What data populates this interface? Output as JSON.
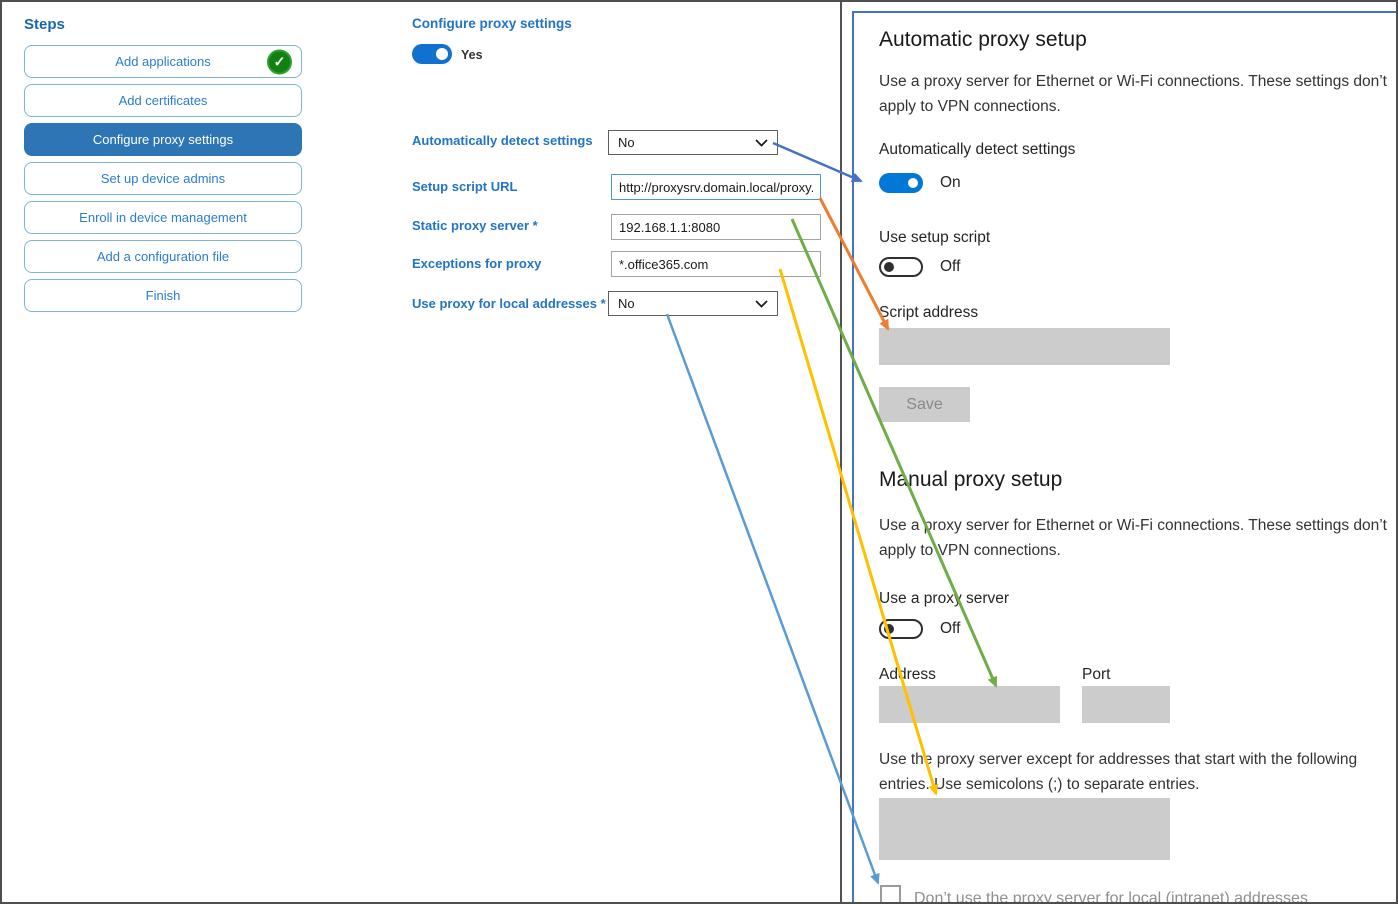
{
  "steps": {
    "title": "Steps",
    "items": [
      {
        "label": "Add applications",
        "completed": true
      },
      {
        "label": "Add certificates"
      },
      {
        "label": "Configure proxy settings",
        "selected": true
      },
      {
        "label": "Set up device admins"
      },
      {
        "label": "Enroll in device management"
      },
      {
        "label": "Add a configuration file"
      },
      {
        "label": "Finish"
      }
    ]
  },
  "form": {
    "title": "Configure proxy settings",
    "enabled_toggle_state": "Yes",
    "fields": [
      {
        "label": "Automatically detect settings",
        "control": "select",
        "value": "No"
      },
      {
        "label": "Setup script URL",
        "control": "text",
        "value": "http://proxysrv.domain.local/proxy.pa"
      },
      {
        "label": "Static proxy server *",
        "control": "text",
        "value": "192.168.1.1:8080"
      },
      {
        "label": "Exceptions for proxy",
        "control": "text",
        "value": "*.office365.com"
      },
      {
        "label": "Use proxy for local addresses *",
        "control": "select",
        "value": "No"
      }
    ]
  },
  "settings_panel": {
    "automatic": {
      "title": "Automatic proxy setup",
      "description": "Use a proxy server for Ethernet or Wi-Fi connections. These settings don’t apply to VPN connections.",
      "detect_label": "Automatically detect settings",
      "detect_state": "On",
      "script_toggle_label": "Use setup script",
      "script_toggle_state": "Off",
      "script_address_label": "Script address",
      "save_label": "Save"
    },
    "manual": {
      "title": "Manual proxy setup",
      "description": "Use a proxy server for Ethernet or Wi-Fi connections. These settings don’t apply to VPN connections.",
      "proxy_toggle_label": "Use a proxy server",
      "proxy_toggle_state": "Off",
      "address_label": "Address",
      "port_label": "Port",
      "exceptions_description": "Use the proxy server except for addresses that start with the following entries. Use semicolons (;) to separate entries.",
      "local_checkbox_label": "Don’t use the proxy server for local (intranet) addresses"
    }
  },
  "icons": {
    "completed_badge": "checkmark-icon",
    "dropdown": "chevron-down-icon"
  },
  "colors": {
    "accent_blue": "#0078d7",
    "selected_step_blue": "#2e75b6",
    "step_text_blue": "#2b7cd3",
    "panel_border_blue": "#4472c4",
    "success_green": "#118211",
    "disabled_fill_gray": "#cccccc"
  },
  "annotations": {
    "arrows": [
      {
        "from": "automatically-detect-settings-dropdown",
        "to": "automatic-detect-toggle",
        "color": "#4472C4"
      },
      {
        "from": "setup-script-url-input",
        "to": "script-address-box",
        "color": "#ED7D31"
      },
      {
        "from": "static-proxy-server-input",
        "to": "manual-address-box",
        "color": "#70AD47"
      },
      {
        "from": "exceptions-for-proxy-input",
        "to": "proxy-exceptions-box",
        "color": "#FFC000"
      },
      {
        "from": "use-proxy-local-addresses-dropdown",
        "to": "local-addresses-checkbox",
        "color": "#5B9BD5"
      }
    ]
  }
}
